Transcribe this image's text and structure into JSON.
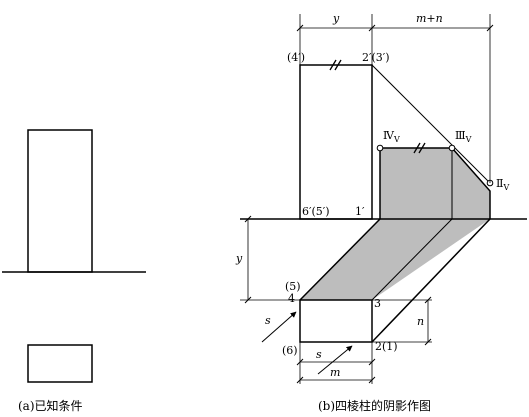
{
  "captions": {
    "left": "(a)已知条件",
    "right": "(b)四棱柱的阴影作图"
  },
  "labels": {
    "p4p": "(4′)",
    "p2p3p": "2′(3′)",
    "p6p5p": "6′(5′)",
    "p1p": "1′",
    "p5": "(5)",
    "p4": "4",
    "p3": "3",
    "p6": "(6)",
    "p21": "2(1)",
    "roman4": "Ⅳ",
    "roman3": "Ⅲ",
    "roman2": "Ⅱ",
    "sub_v": "V"
  },
  "dimensions": {
    "y_top": "y",
    "m_plus_n": "m+n",
    "y_left": "y",
    "n": "n",
    "s_bottom": "s",
    "m": "m",
    "s_left": "s"
  },
  "colors": {
    "shadow_fill": "#bdbdbd",
    "line": "#000000",
    "background": "#ffffff"
  }
}
